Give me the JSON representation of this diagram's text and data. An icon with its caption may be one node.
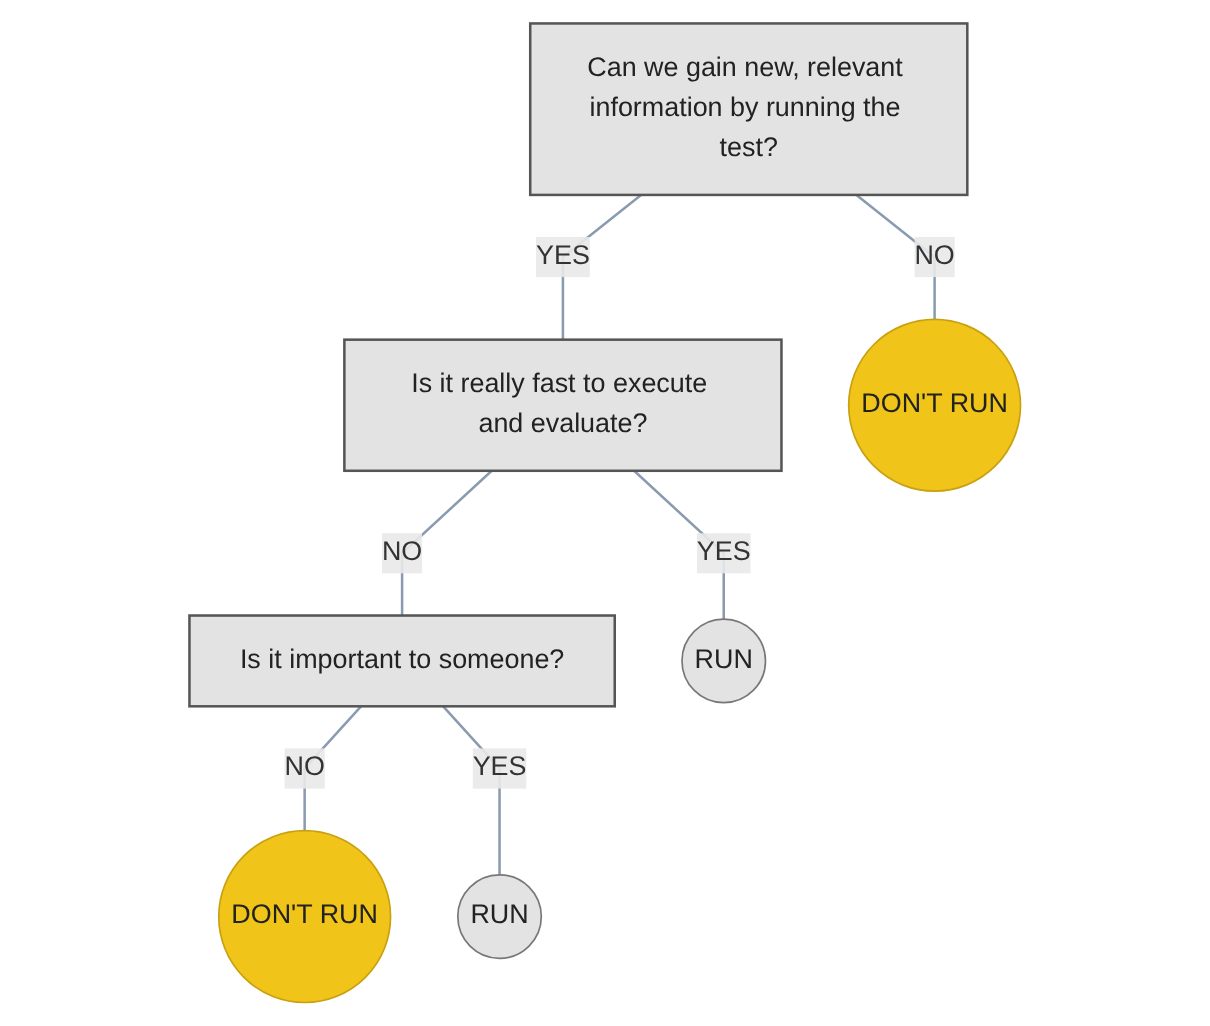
{
  "diagram": {
    "nodes": [
      {
        "text": [
          "Can we gain new, relevant information by running the test?"
        ]
      },
      {
        "text": [
          "Is it really fast to execute and evaluate?"
        ]
      },
      {
        "text": [
          "DON'T RUN"
        ]
      },
      {
        "text": [
          "Is it important to someone?"
        ]
      },
      {
        "text": [
          "RUN"
        ]
      },
      {
        "text": [
          "DON'T RUN"
        ]
      },
      {
        "text": [
          "RUN"
        ]
      }
    ],
    "edges": [
      {
        "from": 0,
        "to": 1,
        "arrow": "none",
        "label": "YES"
      },
      {
        "from": 0,
        "to": 2,
        "arrow": "none",
        "label": "NO"
      },
      {
        "from": 1,
        "to": 3,
        "arrow": "none",
        "label": "NO"
      },
      {
        "from": 1,
        "to": 4,
        "arrow": "none",
        "label": "YES"
      },
      {
        "from": 3,
        "to": 5,
        "arrow": "none",
        "label": "NO"
      },
      {
        "from": 3,
        "to": 6,
        "arrow": "none",
        "label": "YES"
      }
    ]
  }
}
